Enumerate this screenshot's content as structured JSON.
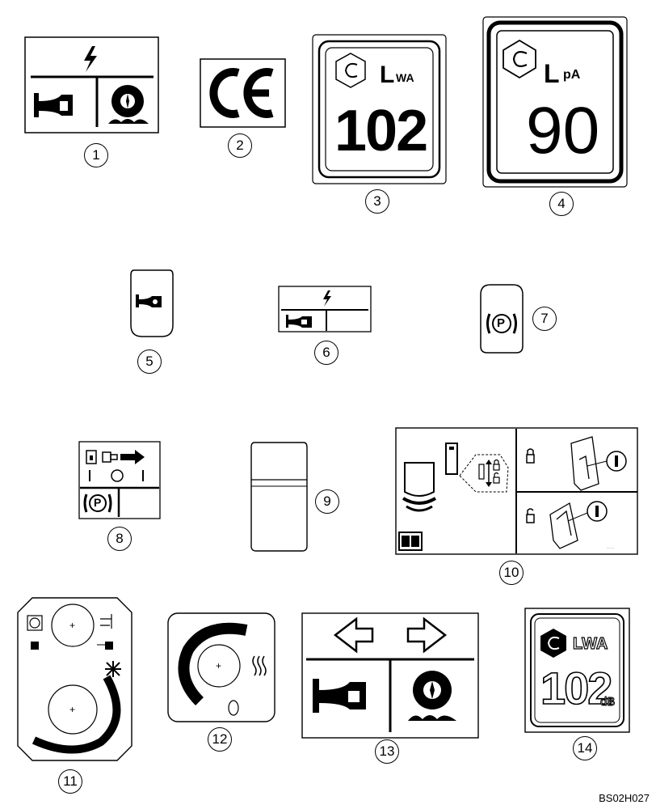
{
  "callouts": [
    "1",
    "2",
    "3",
    "4",
    "5",
    "6",
    "7",
    "8",
    "9",
    "10",
    "11",
    "12",
    "13",
    "14"
  ],
  "decal3": {
    "unit": "WA",
    "value": "102"
  },
  "decal4": {
    "unit": "pA",
    "value": "90"
  },
  "decal7": {
    "symbol": "P"
  },
  "decal8": {
    "symbol": "P"
  },
  "decal14": {
    "unit": "LWA",
    "value": "102",
    "suffix": "dB"
  },
  "drawing_code": "BS02H027"
}
